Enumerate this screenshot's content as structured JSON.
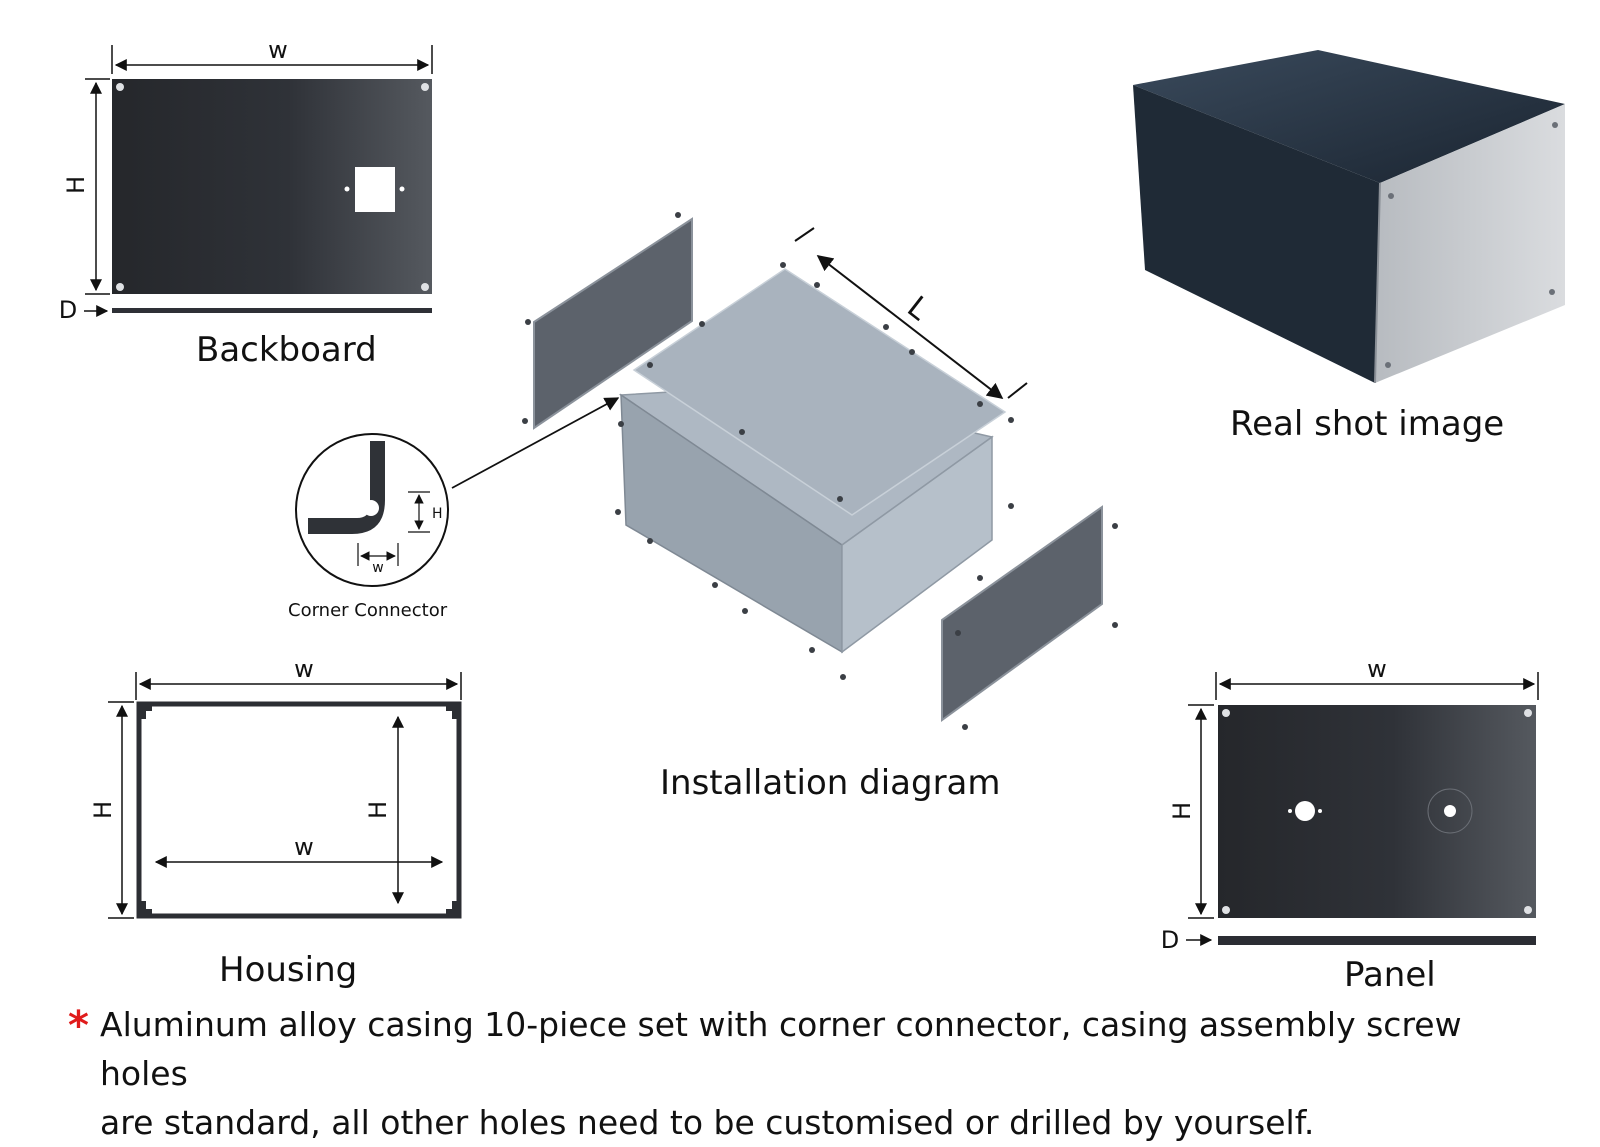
{
  "captions": {
    "backboard": "Backboard",
    "real_shot": "Real shot image",
    "installation": "Installation diagram",
    "corner_connector": "Corner Connector",
    "housing": "Housing",
    "panel": "Panel"
  },
  "dims": {
    "w": "w",
    "h": "H",
    "d": "D",
    "l": "L"
  },
  "note": {
    "star": "*",
    "line1": "Aluminum alloy casing 10-piece set with corner connector, casing assembly screw holes",
    "line2": "are standard, all other holes need to be customised or drilled by yourself."
  },
  "colors": {
    "note_star": "#e01b1b",
    "panel_dark": "#2a2c30",
    "panel_gray": "#5b616b",
    "shell_light": "#a9b3be",
    "real_body": "#1c2733",
    "real_front": "#c9ccd0"
  }
}
